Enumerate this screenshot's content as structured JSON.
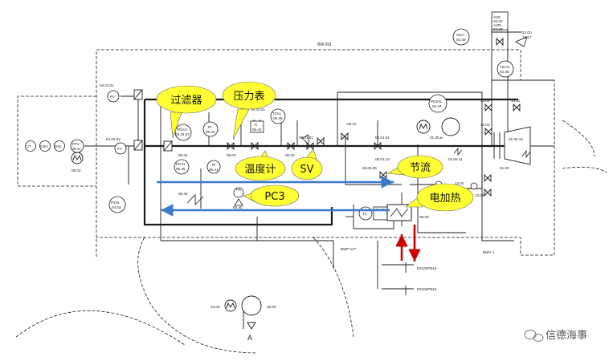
{
  "labels": {
    "bw_top": "BW 091",
    "bwp": "BWP 1/2\"",
    "bwv": "BWV 1",
    "dn_a": "DN15/PN16",
    "dn_b": "DN15/PN16",
    "inlet": "A"
  },
  "callouts": {
    "filter": "过滤器",
    "gauge": "压力表",
    "thermo": "温度计",
    "sv": "SV",
    "throttle": "节流",
    "pc3": "PC3",
    "heater": "电加热"
  },
  "tags": {
    "gza": [
      "GZA",
      "04.40"
    ],
    "xzs": [
      "XZS",
      "04.02"
    ],
    "azs": [
      "A/ZS",
      "04.03"
    ],
    "tzah_top": [
      "TZAH",
      "04.39"
    ],
    "pdzal": [
      "PDZAL",
      "04.34"
    ],
    "pdah": [
      "PDAH",
      "06.34.07"
    ],
    "pi_1": [
      "PI",
      "06.43"
    ],
    "ti_1": [
      "TI",
      "06.42"
    ],
    "tzal_1": [
      "TZAL",
      "06.38"
    ],
    "tzah_mid": [
      "TZAH",
      "06.36"
    ],
    "pi_2": [
      "PI",
      "06.41"
    ],
    "pzal": [
      "PZAL",
      "04.03"
    ],
    "ffv": [
      "FFV",
      "08.01"
    ],
    "fv_top": [
      "FV",
      ""
    ],
    "fv_bot": [
      "FV",
      ""
    ],
    "tc": [
      "TC",
      ""
    ],
    "pc": [
      "PC",
      ""
    ]
  },
  "numbers": {
    "n_04_02_01": "04.02.01",
    "n_04_02_02": "04.02.02",
    "n_06_02": "06.02",
    "n_06_44": "06.44",
    "n_06_03": "06.03",
    "n_06_42_01": "06.42.01",
    "n_06_23": "06.23",
    "n_06_01_01": "06.01.01",
    "n_06_10": "06.10",
    "n_06_01_02": "06.01.02",
    "n_06_01_22": "06.01.22",
    "n_01_05_m": "01.05.м",
    "n_13_09": "13.09",
    "n_13_11": "13.11",
    "n_13_03": "13.03",
    "n_01_06_11": "01.06.11",
    "n_01_00": "01.00",
    "n_01_00_10": "01.00.10",
    "n_12_00": "12.00",
    "n_12_17": "12.17",
    "n_06_46": "06.46",
    "n_06_40": "06.40",
    "n_06_05_05": "06.05.05",
    "n_17_00": "17.00",
    "n_13_04": "13.04",
    "n_13_02": "13.02",
    "n_08_30": "08.30",
    "n_10_05": "10.05",
    "n_10_00": "10.00",
    "n_d1": "CT",
    "n_d2": "DSH",
    "n_d3": "DSL"
  },
  "watermark": "信德海事",
  "colors": {
    "line": "#1a1a1a",
    "bubble": "#ffff33",
    "flow_arrow": "#3a78c8",
    "hot_arrow": "#cc0000"
  }
}
